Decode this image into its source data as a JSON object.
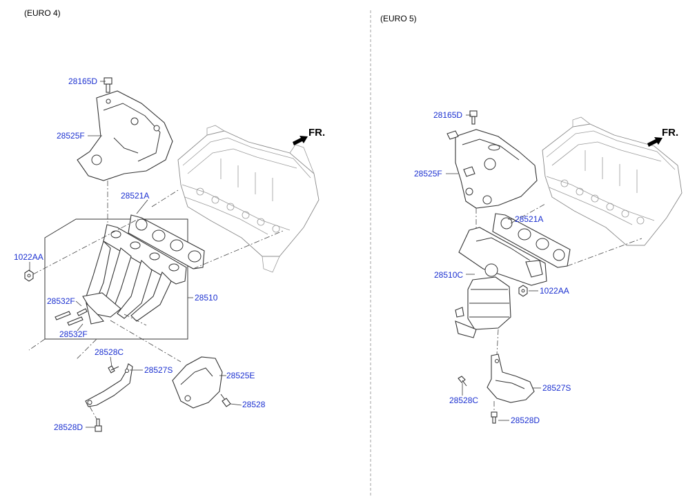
{
  "sections": {
    "left": "(EURO 4)",
    "right": "(EURO 5)"
  },
  "front_marker": "FR.",
  "left_labels": {
    "l28165D": "28165D",
    "l28525F": "28525F",
    "l28521A": "28521A",
    "l1022AA": "1022AA",
    "l28532F_a": "28532F",
    "l28532F_b": "28532F",
    "l28510": "28510",
    "l28528C": "28528C",
    "l28527S": "28527S",
    "l28525E": "28525E",
    "l28528": "28528",
    "l28528D": "28528D"
  },
  "right_labels": {
    "r28165D": "28165D",
    "r28525F": "28525F",
    "r28521A": "28521A",
    "r28510C": "28510C",
    "r1022AA": "1022AA",
    "r28527S": "28527S",
    "r28528C": "28528C",
    "r28528D": "28528D"
  },
  "colors": {
    "label": "#1a2fd0",
    "line": "#333333"
  }
}
